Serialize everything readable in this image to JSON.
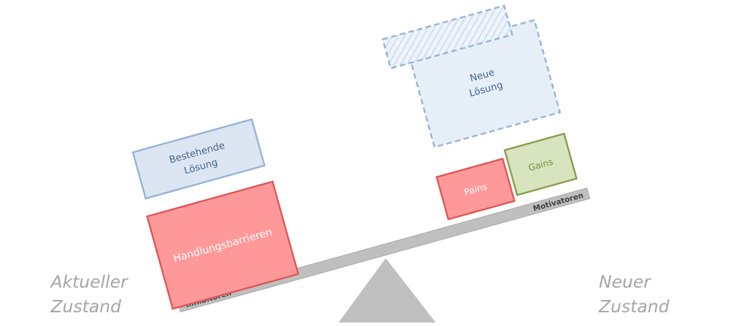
{
  "diagram": {
    "boxes": {
      "existing_solution": {
        "line1": "Bestehende",
        "line2": "Lösung"
      },
      "barriers": {
        "label": "Handlungsbarrieren"
      },
      "new_solution": {
        "line1": "Neue",
        "line2": "Lösung"
      },
      "pains": {
        "label": "Pains"
      },
      "gains": {
        "label": "Gains"
      }
    },
    "beam": {
      "left_label": "Inhibitoren",
      "right_label": "Motivatoren"
    },
    "states": {
      "current": {
        "line1": "Aktueller",
        "line2": "Zustand"
      },
      "new": {
        "line1": "Neuer",
        "line2": "Zustand"
      }
    },
    "colors": {
      "existing_fill": "#dce6f2",
      "existing_stroke": "#95b3d7",
      "barrier_fill": "#ff9999",
      "barrier_stroke": "#e05555",
      "new_fill": "#e6eef8",
      "new_stroke": "#95b3d7",
      "pains_fill": "#ff9999",
      "pains_stroke": "#e05555",
      "gains_fill": "#d7e4bd",
      "gains_stroke": "#8a9c4a",
      "beam_fill": "#bfbfbf",
      "fulcrum_fill": "#c0c0c0",
      "box_text_blue": "#44628f",
      "box_text_white": "#ffffff",
      "box_text_green": "#7c8a45",
      "state_text": "#a6a6a6"
    }
  }
}
